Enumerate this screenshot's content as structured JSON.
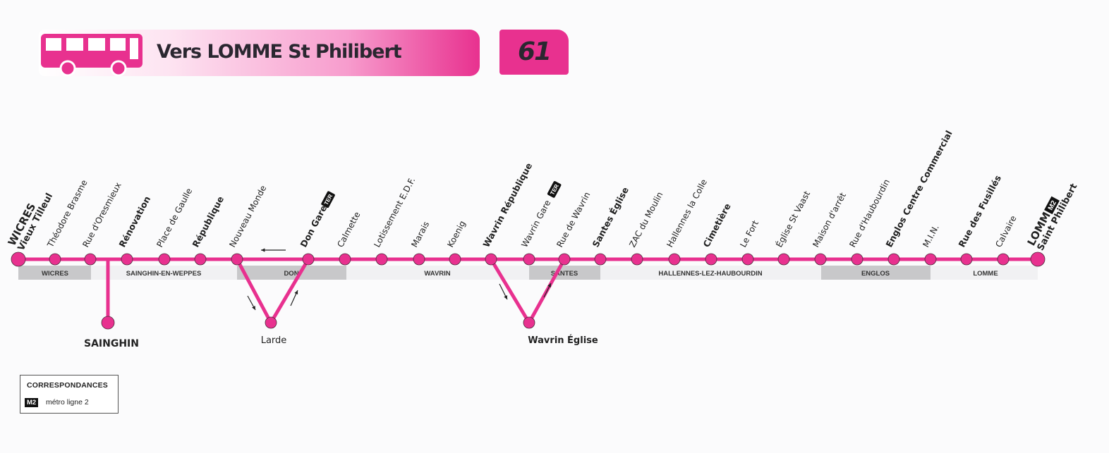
{
  "header": {
    "destination": "Vers LOMME St Philibert",
    "line_number": "61"
  },
  "colors": {
    "line": "#e8318f",
    "zone_grey": "#c8c8ca",
    "text": "#222222"
  },
  "icons": {
    "header": "bus-icon",
    "rail": "ter-badge-icon",
    "metro": "metro-m2-badge-icon"
  },
  "stops": [
    {
      "name": "WICRES",
      "sub": "Vieux Tilleul",
      "terminus": true
    },
    {
      "name": "Théodore Brasme"
    },
    {
      "name": "Rue d'Oresmieux"
    },
    {
      "name": "Rénovation",
      "bold": true
    },
    {
      "name": "Place de Gaulle"
    },
    {
      "name": "République",
      "bold": true
    },
    {
      "name": "Nouveau Monde"
    },
    {
      "name": "Don Gare",
      "bold": true,
      "badge": "TER"
    },
    {
      "name": "Calmette"
    },
    {
      "name": "Lotissement E.D.F."
    },
    {
      "name": "Marais"
    },
    {
      "name": "Koenig"
    },
    {
      "name": "Wavrin République",
      "bold": true
    },
    {
      "name": "Wavrin Gare",
      "badge": "TER"
    },
    {
      "name": "Rue de Wavrin"
    },
    {
      "name": "Santes Église",
      "bold": true
    },
    {
      "name": "ZAC du Moulin"
    },
    {
      "name": "Hallennes la Colle"
    },
    {
      "name": "Cimetière",
      "bold": true
    },
    {
      "name": "Le Fort"
    },
    {
      "name": "Église St Vaast"
    },
    {
      "name": "Maison d'arrêt"
    },
    {
      "name": "Rue d'Haubourdin"
    },
    {
      "name": "Englos Centre Commercial",
      "bold": true
    },
    {
      "name": "M.I.N."
    },
    {
      "name": "Rue des Fusillés",
      "bold": true
    },
    {
      "name": "Calvaire"
    },
    {
      "name": "LOMME",
      "sub": "Saint Philibert",
      "terminus": true,
      "badge": "M2"
    }
  ],
  "zones": [
    "WICRES",
    "SAINGHIN-EN-WEPPES",
    "DON",
    "WAVRIN",
    "SANTES",
    "HALLENNES-LEZ-HAUBOURDIN",
    "ENGLOS",
    "LOMME"
  ],
  "branches": {
    "sainghin": "SAINGHIN",
    "larde": "Larde",
    "wavrin_eglise": "Wavrin Église"
  },
  "legend": {
    "title": "CORRESPONDANCES",
    "badge": "M2",
    "text": "métro ligne 2"
  }
}
